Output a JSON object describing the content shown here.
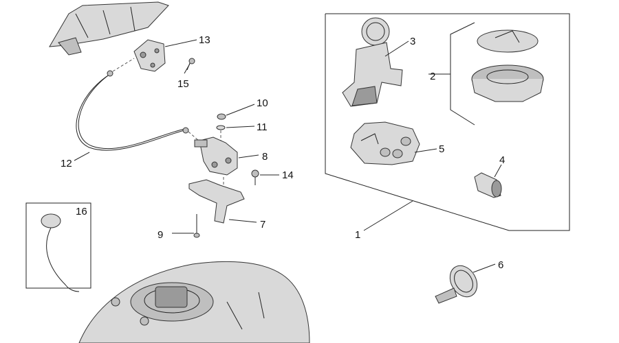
{
  "callouts": [
    {
      "id": "c1",
      "label": "1"
    },
    {
      "id": "c2",
      "label": "2"
    },
    {
      "id": "c3",
      "label": "3"
    },
    {
      "id": "c4",
      "label": "4"
    },
    {
      "id": "c5",
      "label": "5"
    },
    {
      "id": "c6",
      "label": "6"
    },
    {
      "id": "c7",
      "label": "7"
    },
    {
      "id": "c8",
      "label": "8"
    },
    {
      "id": "c9",
      "label": "9"
    },
    {
      "id": "c10",
      "label": "10"
    },
    {
      "id": "c11",
      "label": "11"
    },
    {
      "id": "c12",
      "label": "12"
    },
    {
      "id": "c13",
      "label": "13"
    },
    {
      "id": "c14",
      "label": "14"
    },
    {
      "id": "c15",
      "label": "15"
    },
    {
      "id": "c16",
      "label": "16"
    }
  ],
  "colors": {
    "line": "#222222",
    "part_fill": "#d9d9d9",
    "part_dark": "#9a9a9a"
  }
}
